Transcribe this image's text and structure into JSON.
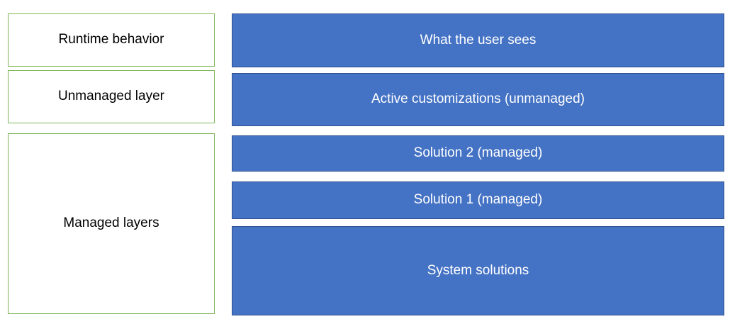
{
  "diagram": {
    "left_column": [
      {
        "label": "Runtime behavior"
      },
      {
        "label": "Unmanaged layer"
      },
      {
        "label": "Managed layers"
      }
    ],
    "right_column": [
      {
        "label": "What the user sees"
      },
      {
        "label": "Active customizations (unmanaged)"
      },
      {
        "label": "Solution 2 (managed)"
      },
      {
        "label": "Solution 1 (managed)"
      },
      {
        "label": "System solutions"
      }
    ],
    "colors": {
      "green_border": "#7CB556",
      "blue_fill": "#4472C4",
      "blue_border": "#2F528F",
      "left_text": "#000000",
      "right_text": "#FFFFFF",
      "background": "#FFFFFF"
    }
  }
}
